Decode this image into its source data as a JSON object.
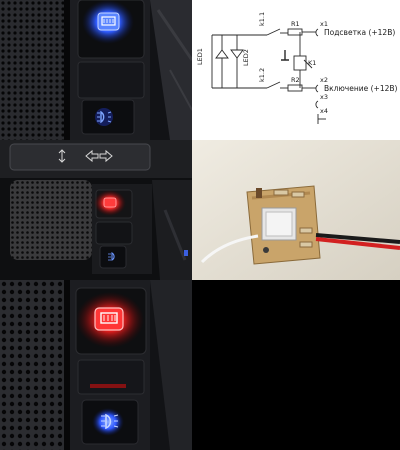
{
  "schematic": {
    "label_backlight": "Подсветка (+12В)",
    "label_enable": "Включение (+12В)",
    "led1": "LED1",
    "led2": "LED2",
    "k1_1": "k1.1",
    "k1_2": "k1.2",
    "r1": "R1",
    "r2": "R2",
    "k1": "K1",
    "x1": "x1",
    "x2": "x2",
    "x3": "x3",
    "x4": "x4"
  },
  "colors": {
    "blue_led": "#3a6bff",
    "red_led": "#ff2a2a",
    "panel_dark": "#1b1c1f",
    "pcb": "#c9a46a"
  },
  "icons": {
    "backlight_switch": "rear-window-heater-icon",
    "fog_switch": "fog-light-icon",
    "stalk": "turn-signal-arrows-icon"
  }
}
